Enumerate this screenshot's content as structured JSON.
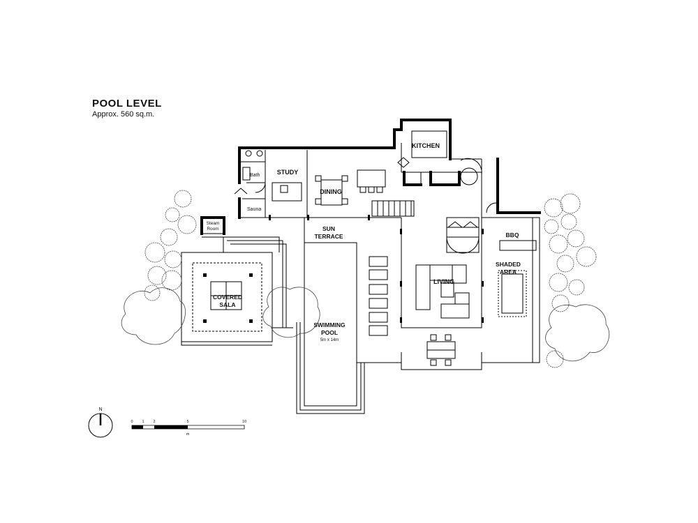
{
  "header": {
    "title": "POOL LEVEL",
    "subtitle": "Approx. 560 sq.m."
  },
  "rooms": {
    "kitchen": "KITCHEN",
    "study": "STUDY",
    "dining": "DINING",
    "bath": "Bath",
    "sauna": "Sauna",
    "steam_room_1": "Steam",
    "steam_room_2": "Room",
    "sun_terrace_1": "SUN",
    "sun_terrace_2": "TERRACE",
    "bbq": "BBQ",
    "shaded_area_1": "SHADED",
    "shaded_area_2": "AREA",
    "living": "LIVING",
    "covered_sala_1": "COVERED",
    "covered_sala_2": "SALA",
    "swimming_pool_1": "SWIMMING",
    "swimming_pool_2": "POOL",
    "pool_size": "5m x 14m"
  },
  "compass": {
    "north": "N"
  },
  "scale_bar": {
    "ticks": [
      "0",
      "1",
      "2",
      "5",
      "10"
    ],
    "unit": "m"
  }
}
